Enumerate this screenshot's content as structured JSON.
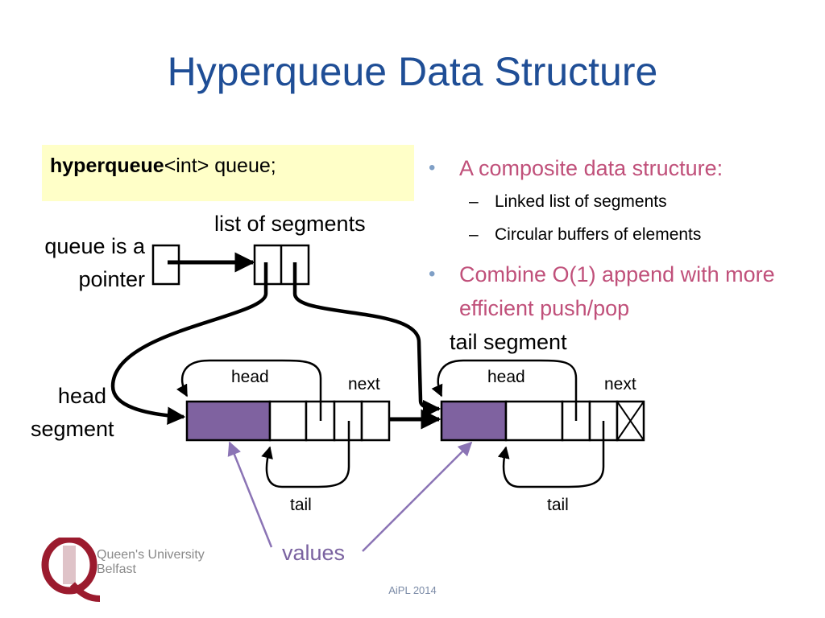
{
  "title": "Hyperqueue Data Structure",
  "code": {
    "keyword": "hyperqueue",
    "rest": "<int> queue;"
  },
  "bullets": [
    {
      "text": "A composite data structure:",
      "subs": [
        "Linked list of segments",
        "Circular buffers of elements"
      ]
    },
    {
      "text": "Combine O(1) append with more efficient push/pop",
      "subs": []
    }
  ],
  "labels": {
    "list_of_segments": "list of segments",
    "queue_is_a": "queue is a",
    "pointer": "pointer",
    "tail_segment": "tail segment",
    "head_segment_1": "head",
    "head_segment_2": "segment",
    "head_1": "head",
    "next_1": "next",
    "head_2": "head",
    "next_2": "next",
    "tail_1": "tail",
    "tail_2": "tail",
    "values": "values"
  },
  "logo": {
    "line1": "Queen's University",
    "line2": "Belfast"
  },
  "footer": "AiPL 2014",
  "colors": {
    "title": "#1F4E96",
    "bullet_text": "#C0507A",
    "bullet_marker": "#7F9FC6",
    "code_bg": "#FFFFC8",
    "value_fill": "#7F62A0",
    "values_arrow": "#8B74B5",
    "logo": "#9B1B2E"
  },
  "icons": {
    "bullet": "bullet-dot",
    "logo": "university-crest"
  }
}
